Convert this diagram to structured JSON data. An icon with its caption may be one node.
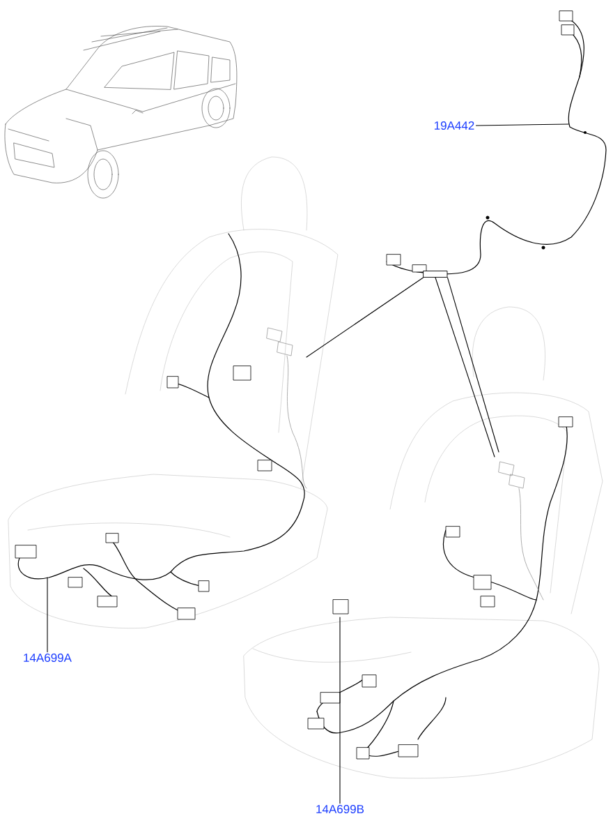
{
  "diagram": {
    "nodes": [
      {
        "text": [
          "19A442"
        ]
      },
      {
        "text": [
          "14A699A"
        ]
      },
      {
        "text": [
          "14A699B"
        ]
      },
      {
        "text": [],
        "shape": "box"
      }
    ],
    "edges": [
      {
        "from": 0,
        "to": null,
        "arrow": "none"
      },
      {
        "from": 1,
        "to": null,
        "arrow": "none"
      },
      {
        "from": 2,
        "to": null,
        "arrow": "none"
      },
      {
        "from": 3,
        "to": null,
        "arrow": "none"
      },
      {
        "from": 3,
        "to": null,
        "arrow": "none"
      },
      {
        "from": 3,
        "to": null,
        "arrow": "none"
      }
    ]
  }
}
